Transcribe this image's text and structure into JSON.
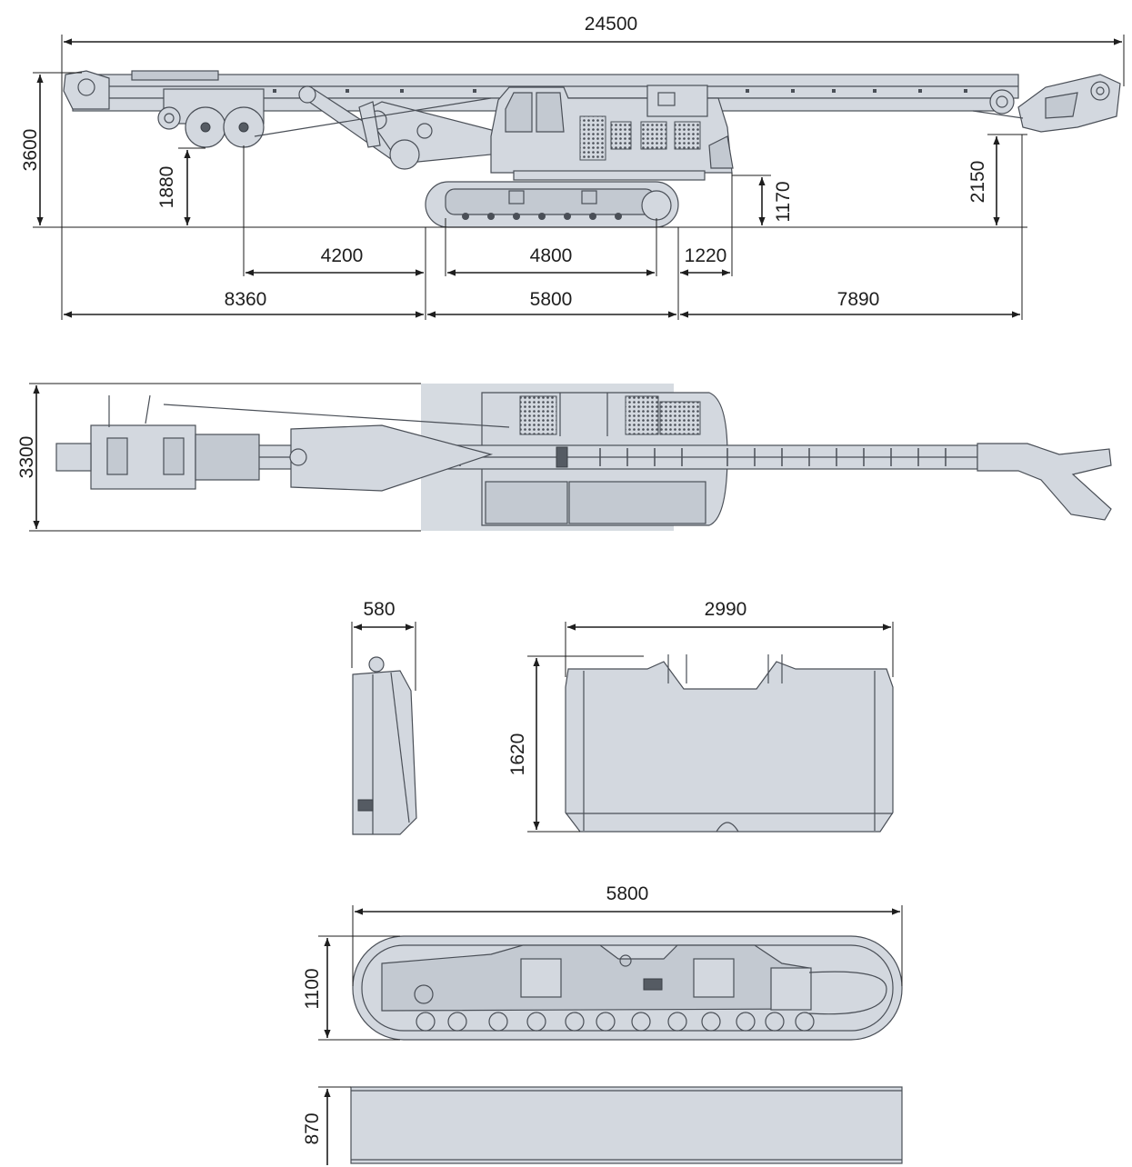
{
  "colors": {
    "machine_fill": "#d3d8df",
    "machine_stroke": "#4a4f57",
    "dimension_line": "#1e1e1e"
  },
  "side_view": {
    "overall_length": "24500",
    "total_height": "3600",
    "hook_height": "1880",
    "front_to_track": "4200",
    "track_wheelbase": "4800",
    "rear_overhang": "1220",
    "counterweight_clearance": "1170",
    "tail_height": "2150",
    "front_section": "8360",
    "track_length": "5800",
    "rear_section": "7890"
  },
  "top_view": {
    "overall_width": "3300"
  },
  "counterweight": {
    "side_width": "580",
    "front_width": "2990",
    "height": "1620"
  },
  "crawler": {
    "length": "5800",
    "height": "1100",
    "base_height": "870"
  }
}
